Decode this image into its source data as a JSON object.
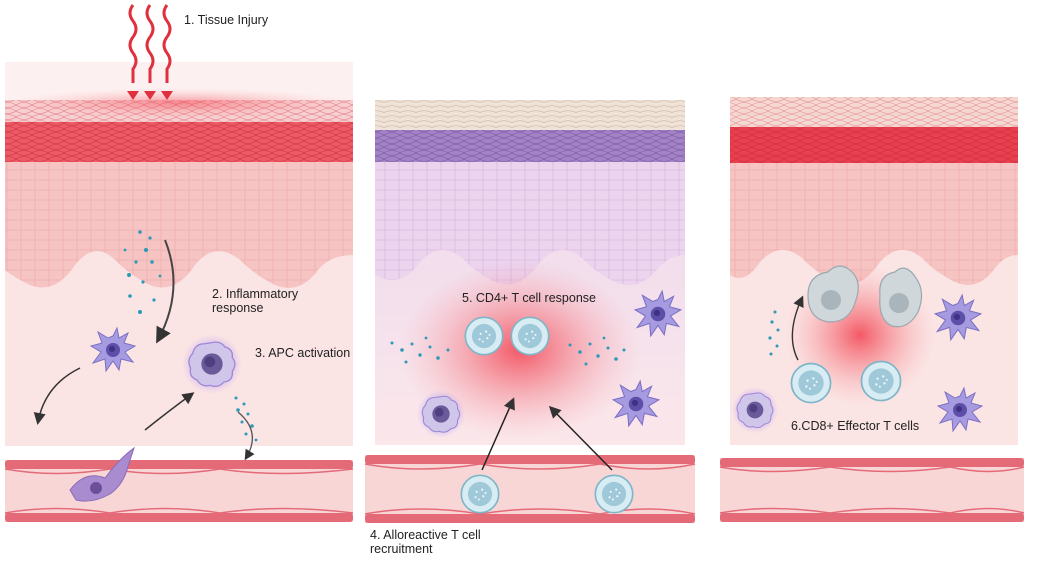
{
  "labels": {
    "step1": "1.  Tissue Injury",
    "step2": "2. Inflammatory response",
    "step3": "3. APC activation",
    "step4": "4. Alloreactive T cell recruitment",
    "step5": "5. CD4+ T cell response",
    "step6": "6.CD8+ Effector T cells"
  },
  "colors": {
    "skin_red": "#e8485a",
    "skin_pink": "#f6c9c8",
    "dermis_pink": "#fbe3e3",
    "lilac": "#e8d6ef",
    "purple_layer": "#9a7ac0",
    "beige_layer": "#eee0d2",
    "apc_purple": "#9b8fd8",
    "tcell_blue": "#bfe0ea",
    "vessel_red": "#e46a78",
    "cytokine_blue": "#2a9ab8",
    "arrow_dark": "#333333"
  },
  "icons": [
    "heat-wave-icon",
    "dendritic-cell-icon",
    "activated-apc-icon",
    "t-cell-icon",
    "cytokine-dots-icon",
    "blood-vessel-icon"
  ]
}
